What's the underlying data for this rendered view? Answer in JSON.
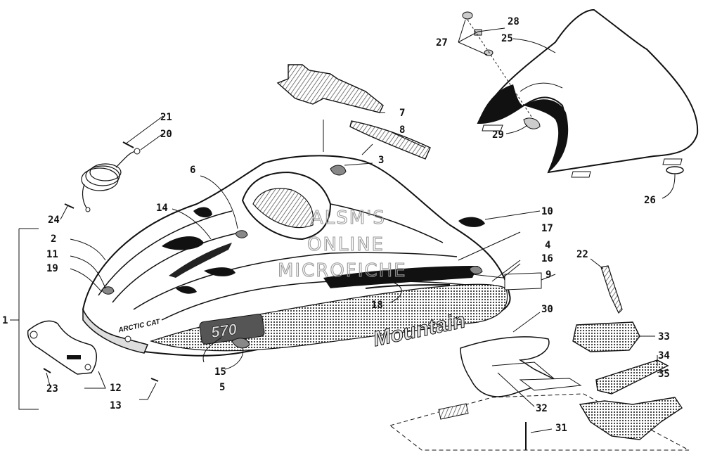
{
  "watermark": {
    "line1": "ALSM'S",
    "line2": "ONLINE",
    "line3": "MICROFICHE"
  },
  "decals": {
    "hood_logo": "ARCTIC CAT",
    "side_number": "570",
    "side_script": "Mountain"
  },
  "callouts": [
    "1",
    "2",
    "3",
    "4",
    "5",
    "6",
    "7",
    "8",
    "9",
    "10",
    "11",
    "12",
    "13",
    "14",
    "15",
    "16",
    "17",
    "18",
    "19",
    "20",
    "21",
    "22",
    "23",
    "24",
    "25",
    "26",
    "27",
    "28",
    "29",
    "30",
    "31",
    "32",
    "33",
    "34",
    "35"
  ]
}
